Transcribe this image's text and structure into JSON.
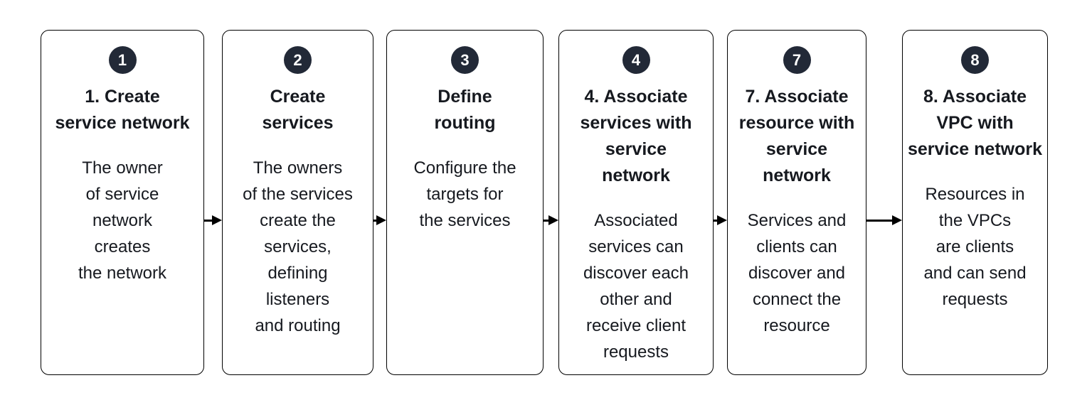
{
  "diagram": {
    "colors": {
      "background": "#ffffff",
      "border": "#000000",
      "text": "#16191f",
      "badge_fill": "#222937",
      "badge_text": "#ffffff"
    },
    "steps": [
      {
        "badge": "1",
        "title": "1. Create\nservice network",
        "body": "The owner\nof service\nnetwork\ncreates\nthe network"
      },
      {
        "badge": "2",
        "title": "Create\nservices",
        "body": "The owners\nof the services\ncreate the\nservices,\ndefining\nlisteners\nand routing"
      },
      {
        "badge": "3",
        "title": "Define\nrouting",
        "body": "Configure the\ntargets for\nthe services"
      },
      {
        "badge": "4",
        "title": "4. Associate\nservices with\nservice\nnetwork",
        "body": "Associated\nservices can\ndiscover each\nother and\nreceive client\nrequests"
      },
      {
        "badge": "7",
        "title": "7. Associate\nresource with\nservice\nnetwork",
        "body": "Services and\nclients can\ndiscover and\nconnect the\nresource"
      },
      {
        "badge": "8",
        "title": "8. Associate\nVPC with\nservice network",
        "body": "Resources in\nthe VPCs\nare clients\nand can send\nrequests"
      }
    ]
  }
}
